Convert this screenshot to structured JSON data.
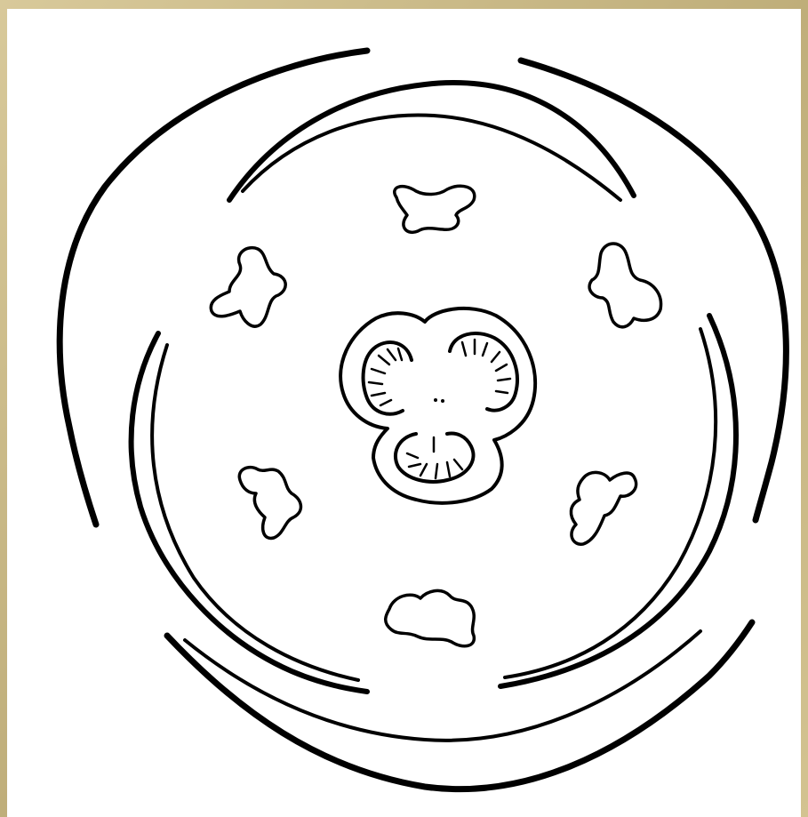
{
  "diagram": {
    "ink_color": "#000000",
    "paper_color": "#ffffff",
    "frame_color": "#c9b98a",
    "parts": [
      "outer-whorl-bracts",
      "middle-whorl-tepals",
      "inner-whorl-tepals",
      "stamens",
      "ovary-trilocular"
    ],
    "outer_whorl_count": 3,
    "middle_whorl_count": 3,
    "inner_whorl_count": 3,
    "stamen_count": 6,
    "ovary_locules": 3
  }
}
